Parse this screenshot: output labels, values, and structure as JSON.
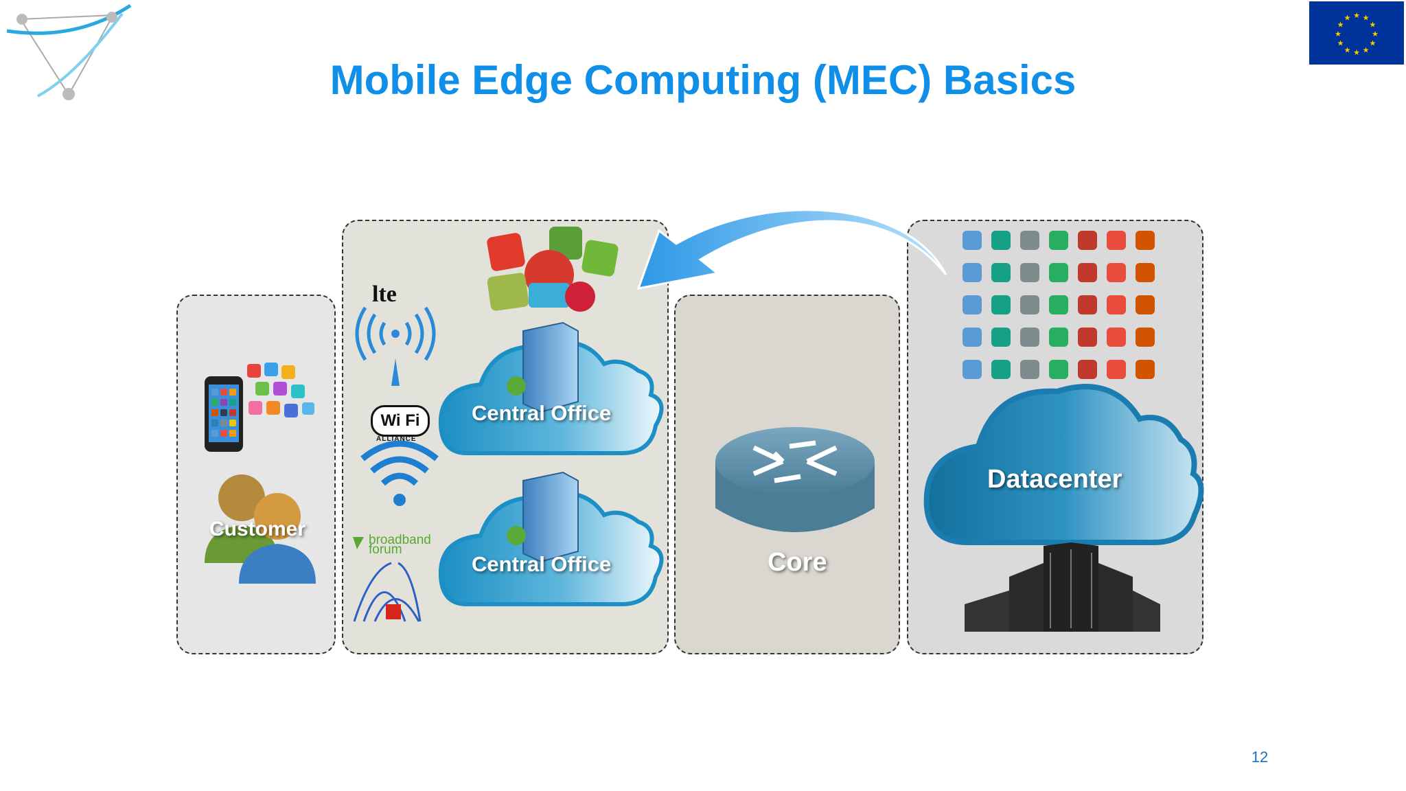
{
  "title": "Mobile Edge Computing (MEC) Basics",
  "page_number": "12",
  "labels": {
    "customer": "Customer",
    "central_office_1": "Central Office",
    "central_office_2": "Central Office",
    "core": "Core",
    "datacenter": "Datacenter"
  },
  "logos": {
    "lte": "lte",
    "wifi": "Wi Fi",
    "wifi_alliance": "ALLIANCE",
    "broadband": "broadband",
    "forum": "forum"
  },
  "colors": {
    "title": "#0f8fe8",
    "cloud": "#1c8fc4",
    "arrow": "#3aa3e8",
    "eu_flag": "#003399"
  }
}
